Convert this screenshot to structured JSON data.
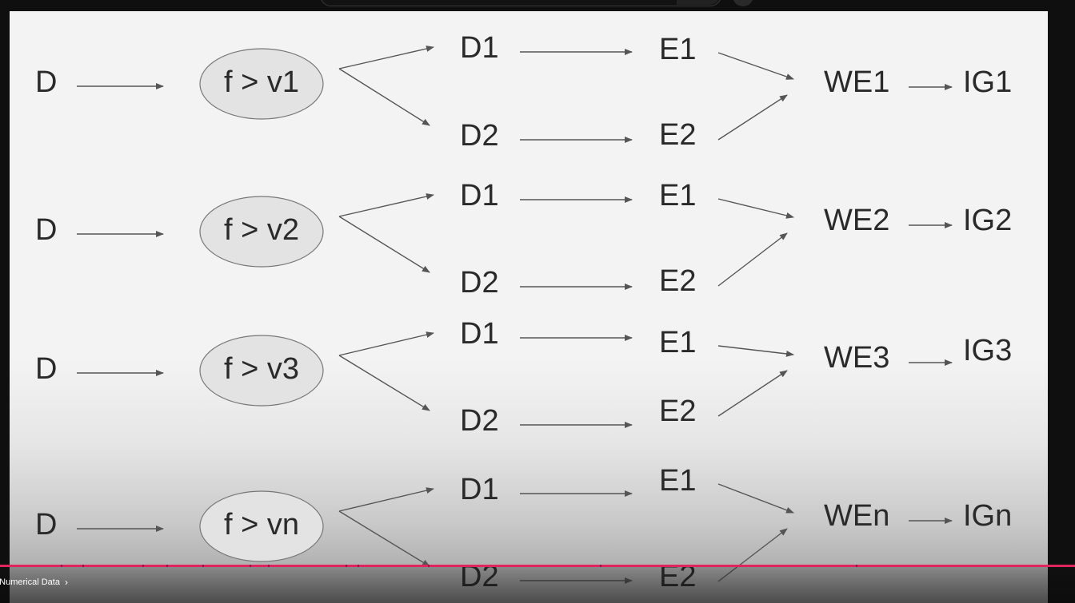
{
  "diagram": {
    "rows": [
      {
        "source": "D",
        "condition": "f > v1",
        "left_split": "D1",
        "right_split": "D2",
        "left_entropy": "E1",
        "right_entropy": "E2",
        "weighted_entropy": "WE1",
        "info_gain": "IG1"
      },
      {
        "source": "D",
        "condition": "f > v2",
        "left_split": "D1",
        "right_split": "D2",
        "left_entropy": "E1",
        "right_entropy": "E2",
        "weighted_entropy": "WE2",
        "info_gain": "IG2"
      },
      {
        "source": "D",
        "condition": "f > v3",
        "left_split": "D1",
        "right_split": "D2",
        "left_entropy": "E1",
        "right_entropy": "E2",
        "weighted_entropy": "WE3",
        "info_gain": "IG3"
      },
      {
        "source": "D",
        "condition": "f > vn",
        "left_split": "D1",
        "right_split": "D2",
        "left_entropy": "E1",
        "right_entropy": "E2",
        "weighted_entropy": "WEn",
        "info_gain": "IGn"
      }
    ]
  },
  "player": {
    "chapter_title": "g Numerical Data",
    "chevron_icon": "chevron-right-icon",
    "progress_color": "#e0245e"
  }
}
